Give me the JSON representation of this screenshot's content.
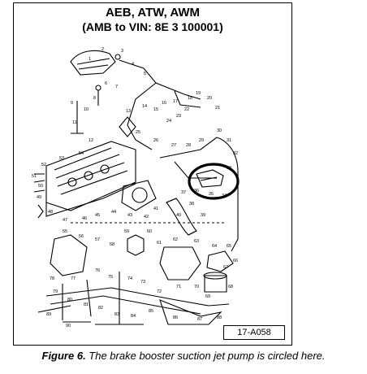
{
  "diagram": {
    "title_line1": "AEB, ATW, AWM",
    "title_line2": "(AMB to VIN: 8E 3 100001)",
    "reference_code": "17-A058",
    "part_numbers": [
      "1",
      "2",
      "3",
      "4",
      "5",
      "6",
      "7",
      "8",
      "9",
      "10",
      "11",
      "12",
      "13",
      "14",
      "15",
      "16",
      "17",
      "18",
      "19",
      "20",
      "21",
      "22",
      "23",
      "24",
      "25",
      "26",
      "27",
      "28",
      "29",
      "30",
      "31",
      "32",
      "33",
      "34",
      "35",
      "36",
      "37",
      "38",
      "39",
      "40",
      "41",
      "42",
      "43",
      "44",
      "45",
      "46",
      "47",
      "48",
      "49",
      "50",
      "51",
      "52",
      "53",
      "54",
      "55",
      "56",
      "57",
      "58",
      "59",
      "60",
      "61",
      "62",
      "63",
      "64",
      "65",
      "66",
      "67",
      "68",
      "69",
      "70",
      "71",
      "72",
      "73",
      "74",
      "75",
      "76",
      "77",
      "78",
      "79",
      "80",
      "81",
      "82",
      "83",
      "84",
      "85",
      "86",
      "87",
      "88",
      "89",
      "90"
    ],
    "highlight_color": "#000000"
  },
  "caption": {
    "label": "Figure 6.",
    "text": " The brake booster suction jet pump is circled here."
  }
}
